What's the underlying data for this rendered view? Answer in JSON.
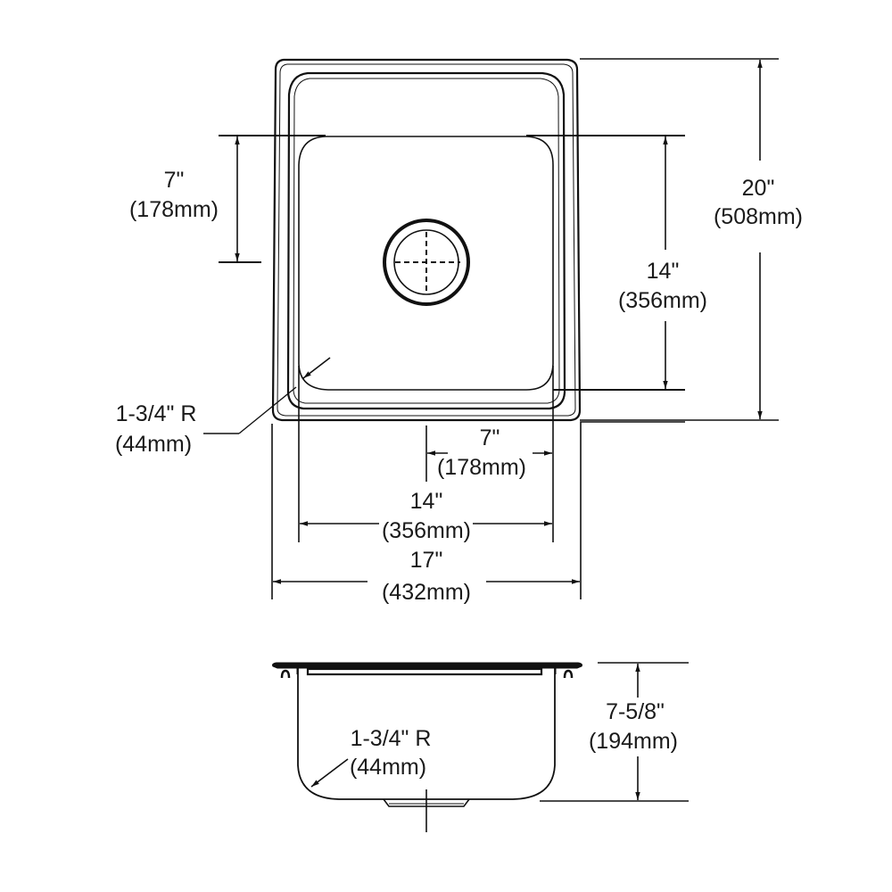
{
  "drawing": {
    "title": "Single bowl drop-in sink dimension drawing",
    "stroke_color": "#111111",
    "background": "#ffffff"
  },
  "top_view": {
    "overall_depth": {
      "imperial": "20\"",
      "metric": "(508mm)"
    },
    "bowl_depth": {
      "imperial": "14\"",
      "metric": "(356mm)"
    },
    "drain_offset_vertical": {
      "imperial": "7\"",
      "metric": "(178mm)"
    },
    "corner_radius": {
      "imperial": "1-3/4\" R",
      "metric": "(44mm)"
    },
    "drain_offset_horizontal": {
      "imperial": "7\"",
      "metric": "(178mm)"
    },
    "bowl_width": {
      "imperial": "14\"",
      "metric": "(356mm)"
    },
    "overall_width": {
      "imperial": "17\"",
      "metric": "(432mm)"
    }
  },
  "side_view": {
    "bowl_corner_radius": {
      "imperial": "1-3/4\" R",
      "metric": "(44mm)"
    },
    "bowl_height": {
      "imperial": "7-5/8\"",
      "metric": "(194mm)"
    }
  }
}
